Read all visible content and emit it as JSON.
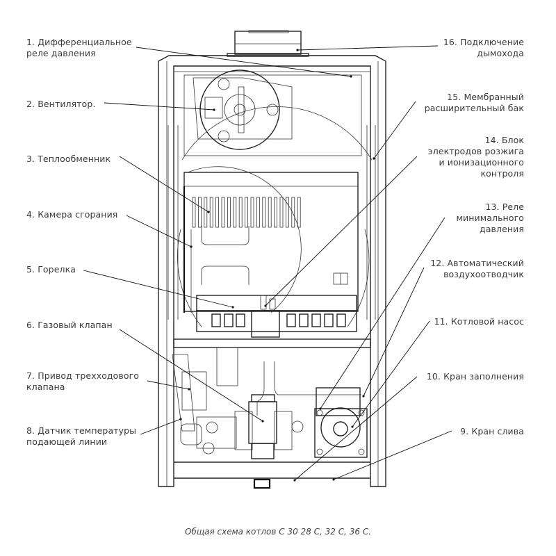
{
  "diagram": {
    "subject": "Boiler general layout",
    "caption": "Общая схема котлов С 30 28 С, 32 С, 36 С.",
    "labels_left": [
      {
        "n": 1,
        "lines": [
          "1. Дифференциальное",
          "реле давления"
        ]
      },
      {
        "n": 2,
        "lines": [
          "2. Вентилятор."
        ]
      },
      {
        "n": 3,
        "lines": [
          "3. Теплообменник"
        ]
      },
      {
        "n": 4,
        "lines": [
          "4. Камера сгорания"
        ]
      },
      {
        "n": 5,
        "lines": [
          "5. Горелка"
        ]
      },
      {
        "n": 6,
        "lines": [
          "6. Газовый клапан"
        ]
      },
      {
        "n": 7,
        "lines": [
          "7. Привод трехходового",
          "клапана"
        ]
      },
      {
        "n": 8,
        "lines": [
          "8. Датчик температуры",
          "подающей линии"
        ]
      }
    ],
    "labels_right": [
      {
        "n": 16,
        "lines": [
          "16. Подключение",
          "дымохода"
        ]
      },
      {
        "n": 15,
        "lines": [
          "15. Мембранный",
          "расширительный бак"
        ]
      },
      {
        "n": 14,
        "lines": [
          "14. Блок",
          "электродов розжига",
          "и ионизационного",
          "контроля"
        ]
      },
      {
        "n": 13,
        "lines": [
          "13. Реле",
          "минимального",
          "давления"
        ]
      },
      {
        "n": 12,
        "lines": [
          "12. Автоматический",
          "воздухоотводчик"
        ]
      },
      {
        "n": 11,
        "lines": [
          "11. Котловой насос"
        ]
      },
      {
        "n": 10,
        "lines": [
          "10. Кран заполнения"
        ]
      },
      {
        "n": 9,
        "lines": [
          "9. Кран слива"
        ]
      }
    ]
  }
}
